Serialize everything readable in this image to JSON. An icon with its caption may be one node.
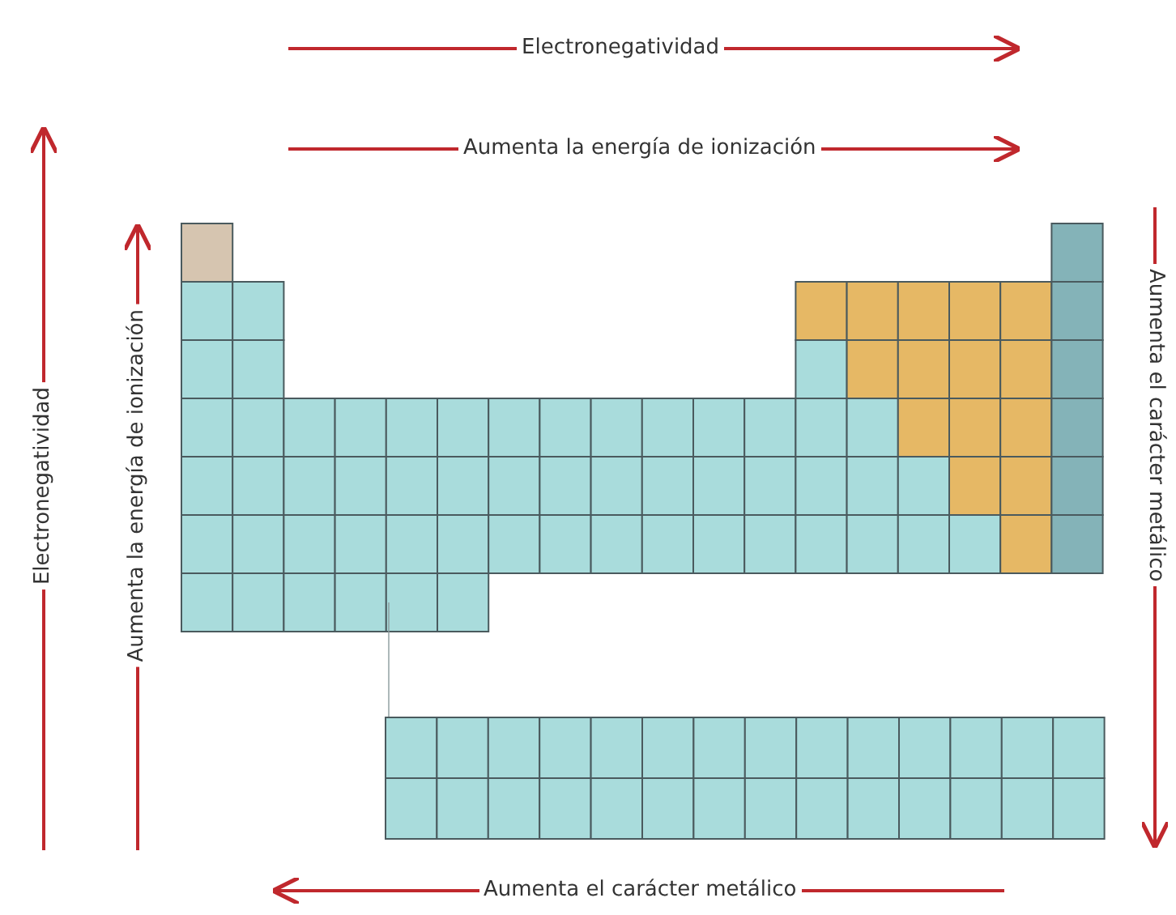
{
  "diagram": {
    "labels": [
      "Electronegatividad",
      "Aumenta la energía de ionización",
      "Electronegatividad",
      "Aumenta la energía de ionización",
      "Aumenta el carácter metálico",
      "Aumenta el carácter metálico"
    ]
  }
}
